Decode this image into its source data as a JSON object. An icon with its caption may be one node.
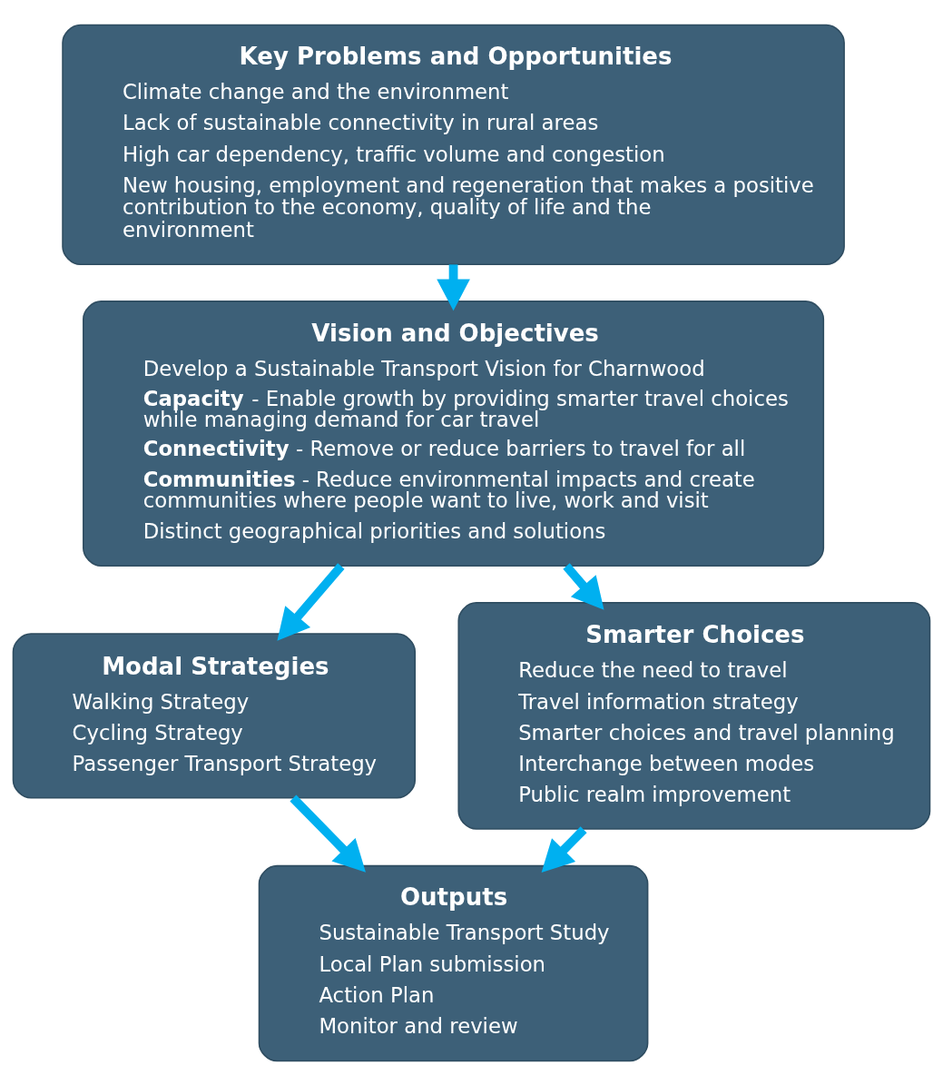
{
  "diagram": {
    "nodes": [
      {
        "text": [
          "Key Problems and Opportunities",
          "Climate change and the environment",
          "Lack of sustainable connectivity in rural areas",
          "High car dependency, traffic volume and congestion",
          "New housing, employment and regeneration that makes a positive contribution to the economy, quality of life and the environment"
        ]
      },
      {
        "text": [
          "Vision and Objectives",
          "Develop a Sustainable Transport Vision for Charnwood",
          "**Capacity** - Enable growth by providing smarter travel choices while managing demand for car travel",
          "**Connectivity** - Remove or reduce barriers to travel for all",
          "**Communities** - Reduce environmental impacts and create communities where people want to live, work and visit",
          "Distinct geographical priorities and solutions"
        ]
      },
      {
        "text": [
          "Modal Strategies",
          "Walking Strategy",
          "Cycling Strategy",
          "Passenger Transport Strategy"
        ]
      },
      {
        "text": [
          "Smarter Choices",
          "Reduce the need to travel",
          "Travel information strategy",
          "Smarter choices and travel planning",
          "Interchange between modes",
          "Public realm improvement"
        ]
      },
      {
        "text": [
          "Outputs",
          "Sustainable Transport Study",
          "Local Plan submission",
          "Action Plan",
          "Monitor and review"
        ]
      }
    ],
    "edges": [
      {
        "from": 0,
        "to": 1,
        "arrow": "to"
      },
      {
        "from": 1,
        "to": 2,
        "arrow": "to"
      },
      {
        "from": 1,
        "to": 3,
        "arrow": "to"
      },
      {
        "from": 2,
        "to": 4,
        "arrow": "to"
      },
      {
        "from": 3,
        "to": 4,
        "arrow": "to"
      }
    ]
  }
}
